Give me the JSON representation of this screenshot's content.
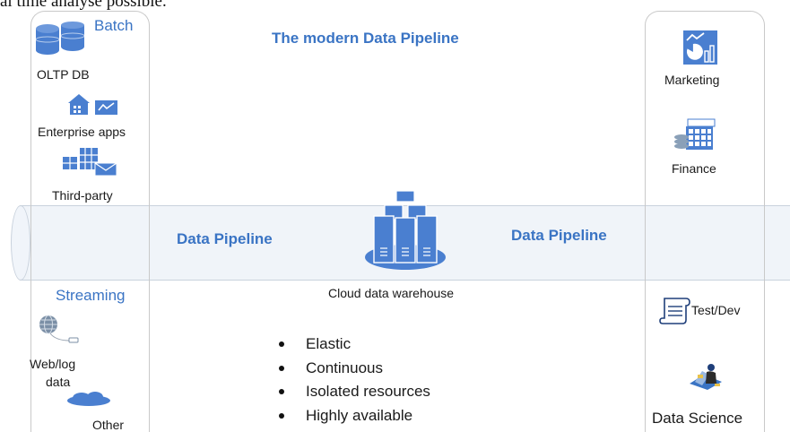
{
  "top_snippet": "al time analyse possible.",
  "title": "The modern Data Pipeline",
  "left": {
    "batch_label": "Batch",
    "sources": [
      "OLTP DB",
      "Enterprise apps",
      "Third-party"
    ],
    "streaming_label": "Streaming",
    "stream_sources": [
      "Web/log",
      "data",
      "Other"
    ]
  },
  "pipe": {
    "left_label": "Data Pipeline",
    "right_label": "Data Pipeline"
  },
  "warehouse": {
    "caption": "Cloud data warehouse",
    "features": [
      "Elastic",
      "Continuous",
      "Isolated resources",
      "Highly available"
    ]
  },
  "right": {
    "consumers": [
      "Marketing",
      "Finance",
      "Test/Dev",
      "Data Science"
    ]
  },
  "colors": {
    "accent_blue": "#3a74c4",
    "icon_blue": "#4a7fd0",
    "panel_border": "#c9c9c9",
    "pipe_fill": "#e4ebf4"
  }
}
